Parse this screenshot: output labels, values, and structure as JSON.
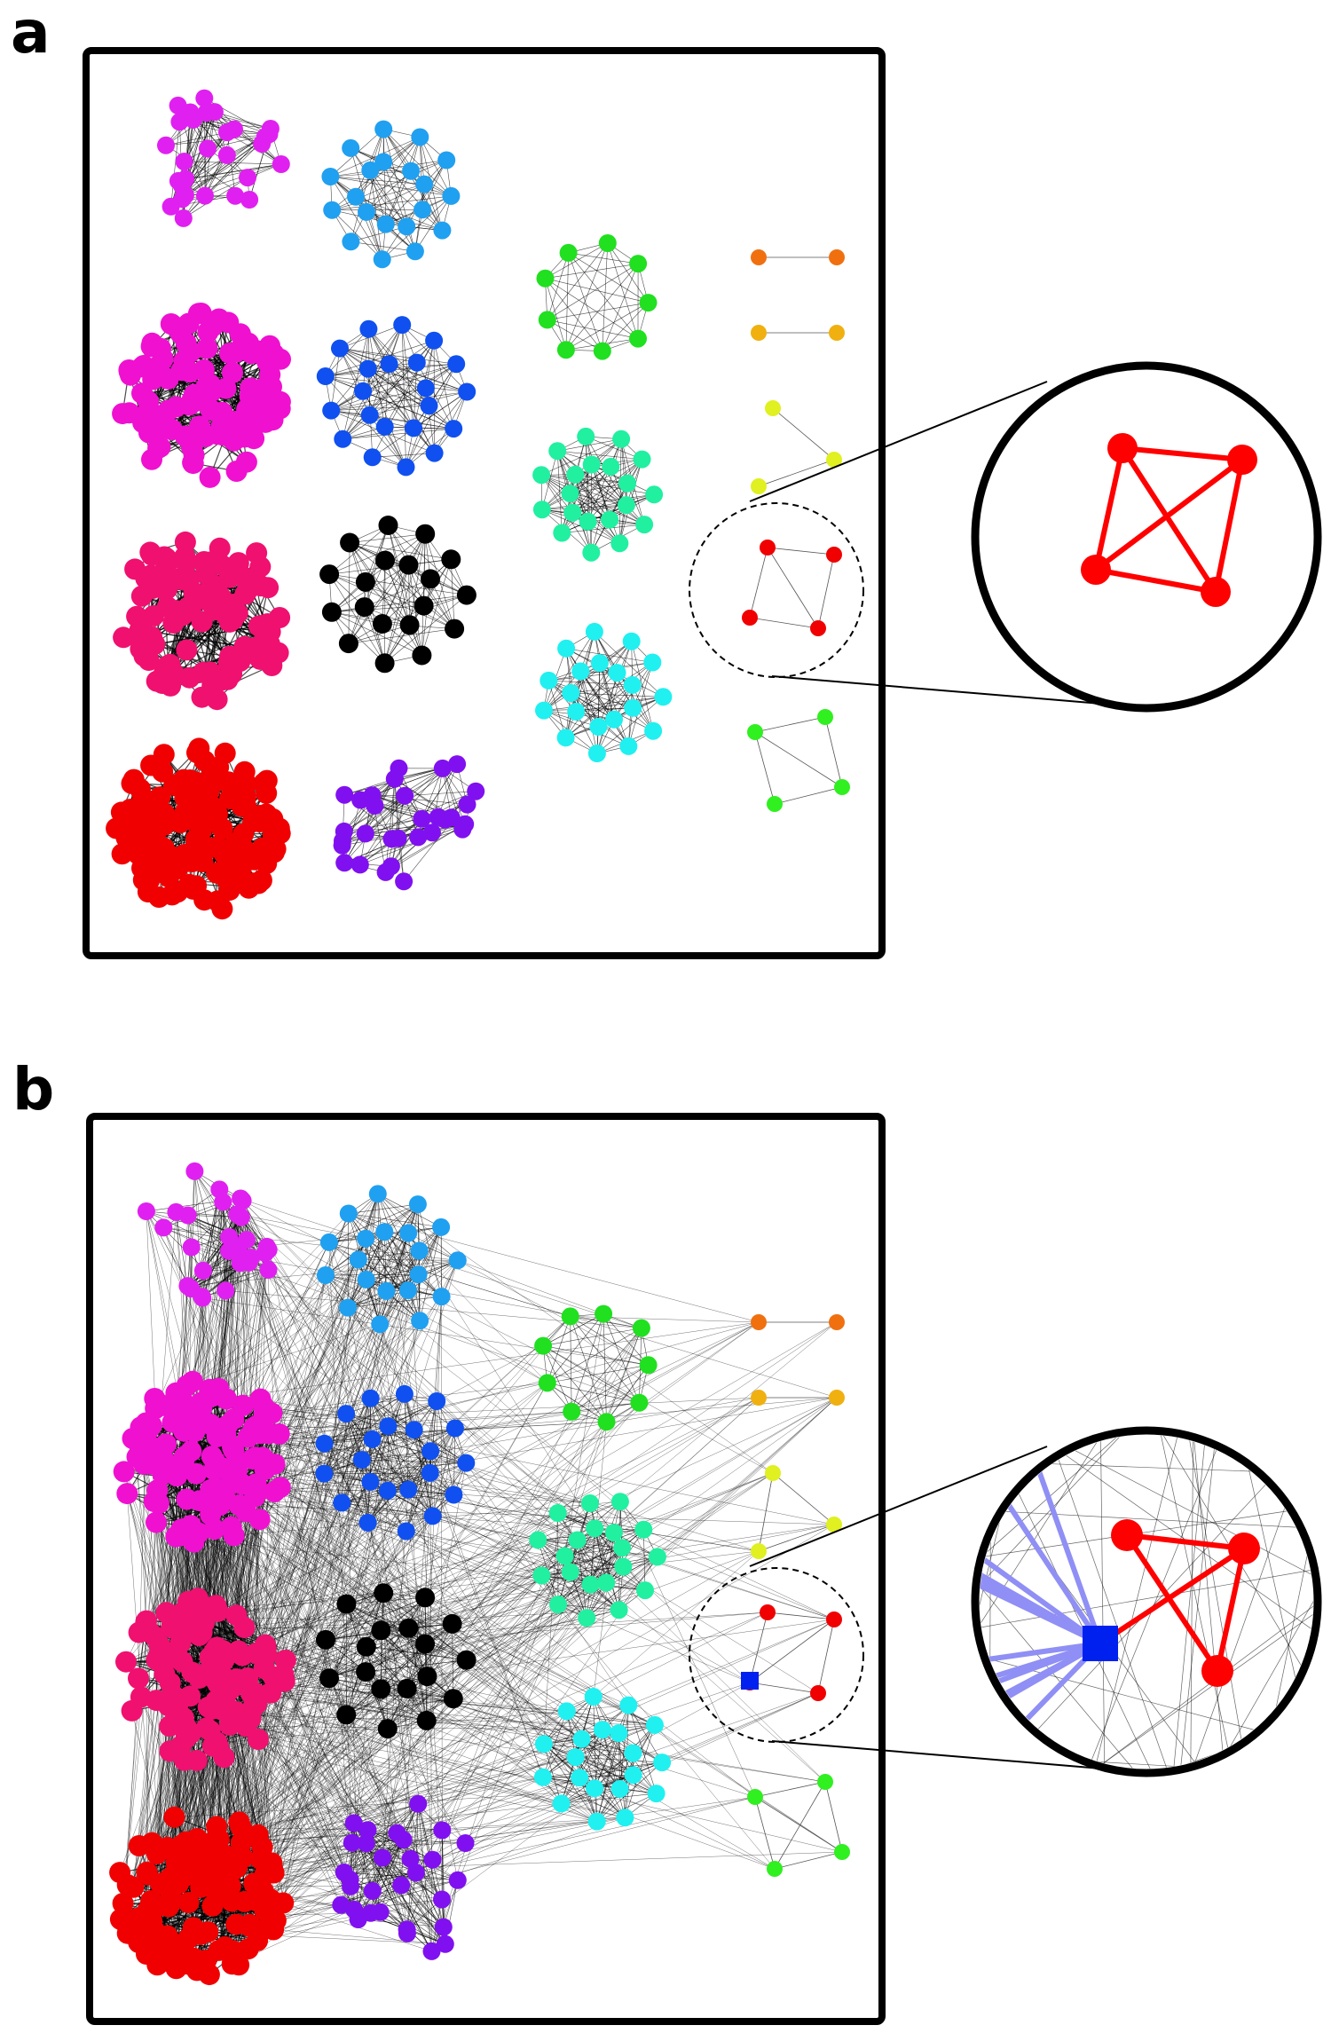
{
  "panels": [
    {
      "label": "a",
      "description_free": true
    },
    {
      "label": "b"
    }
  ],
  "colors": {
    "magenta_light": "#e020f0",
    "sky_blue": "#20a0f0",
    "green": "#20e020",
    "orange": "#f07010",
    "magenta": "#f010d0",
    "blue": "#1050f0",
    "amber": "#f0b010",
    "yellow": "#e0f020",
    "sea_green": "#20f0a0",
    "crimson": "#f01070",
    "black": "#000000",
    "red": "#f00000",
    "cyan": "#20f0f0",
    "violet": "#8010f0",
    "lime": "#30f020",
    "inter_edge": "#000000",
    "highlight_edge": "#8f8ff5",
    "new_node": "#0020f0"
  },
  "icons": {
    "inserted_node": "blue-square-node",
    "zoom": "magnifier-circle"
  }
}
